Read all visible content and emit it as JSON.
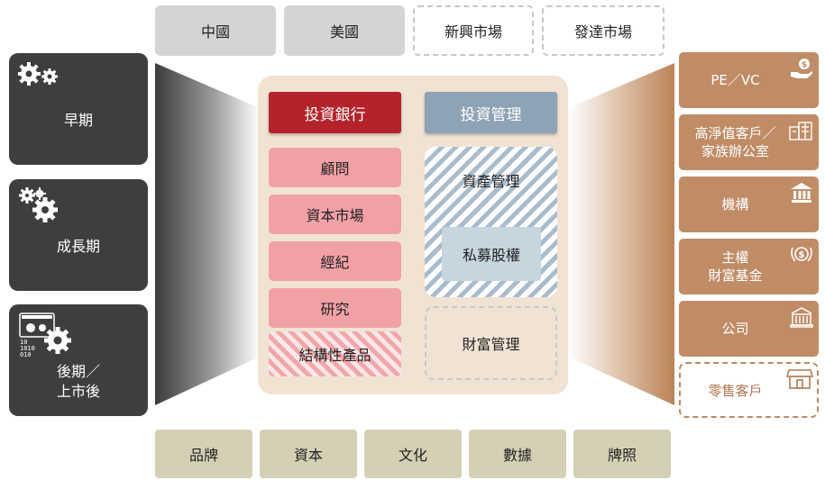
{
  "markets": [
    {
      "label": "中國",
      "style": "solid"
    },
    {
      "label": "美國",
      "style": "solid"
    },
    {
      "label": "新興市場",
      "style": "dashed"
    },
    {
      "label": "發達市場",
      "style": "dashed"
    }
  ],
  "stages": [
    {
      "label": "早期",
      "icon": "gears-icon"
    },
    {
      "label": "成長期",
      "icon": "gears-icon"
    },
    {
      "label": "後期／\n上市後",
      "icon": "gears-data-icon"
    }
  ],
  "platform": {
    "investment_banking": "投資銀行",
    "asset_management": "投資管理",
    "ib_products": [
      "顧問",
      "資本市場",
      "經紀",
      "研究"
    ],
    "structured_products": "結構性產品",
    "asset_mgmt_label": "資產管理",
    "private_equity": "私募股權",
    "wealth_management": "財富管理"
  },
  "clients": [
    {
      "label": "PE／VC",
      "icon": "hand-money-icon"
    },
    {
      "label": "高淨值客戶／\n家族辦公室",
      "icon": "buildings-icon"
    },
    {
      "label": "機構",
      "icon": "bank-icon"
    },
    {
      "label": "主權\n財富基金",
      "icon": "dollar-laurel-icon"
    },
    {
      "label": "公司",
      "icon": "company-building-icon"
    }
  ],
  "retail": {
    "label": "零售客戶",
    "icon": "shop-icon"
  },
  "pillars": [
    "品牌",
    "資本",
    "文化",
    "數據",
    "牌照"
  ],
  "colors": {
    "stage_bg": "#3e3e3e",
    "ib_red": "#b5232a",
    "am_blue": "#8ea3b6",
    "product_pink": "#f1a1a6",
    "client_tan": "#c08c66",
    "platform_bg": "#f1e3d4",
    "pillar_bg": "#d4d0b4"
  }
}
